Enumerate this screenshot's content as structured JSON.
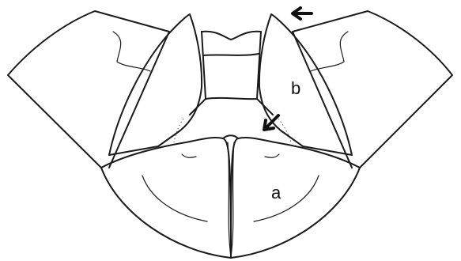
{
  "labels": {
    "a": "a",
    "b": "b"
  },
  "arrows": [
    {
      "name": "upper-arrow",
      "direction": "left",
      "target": "b"
    },
    {
      "name": "lower-arrow",
      "direction": "down-left",
      "target": "midline notch"
    }
  ],
  "colors": {
    "line": "#1a1a1a",
    "background": "#ffffff"
  }
}
